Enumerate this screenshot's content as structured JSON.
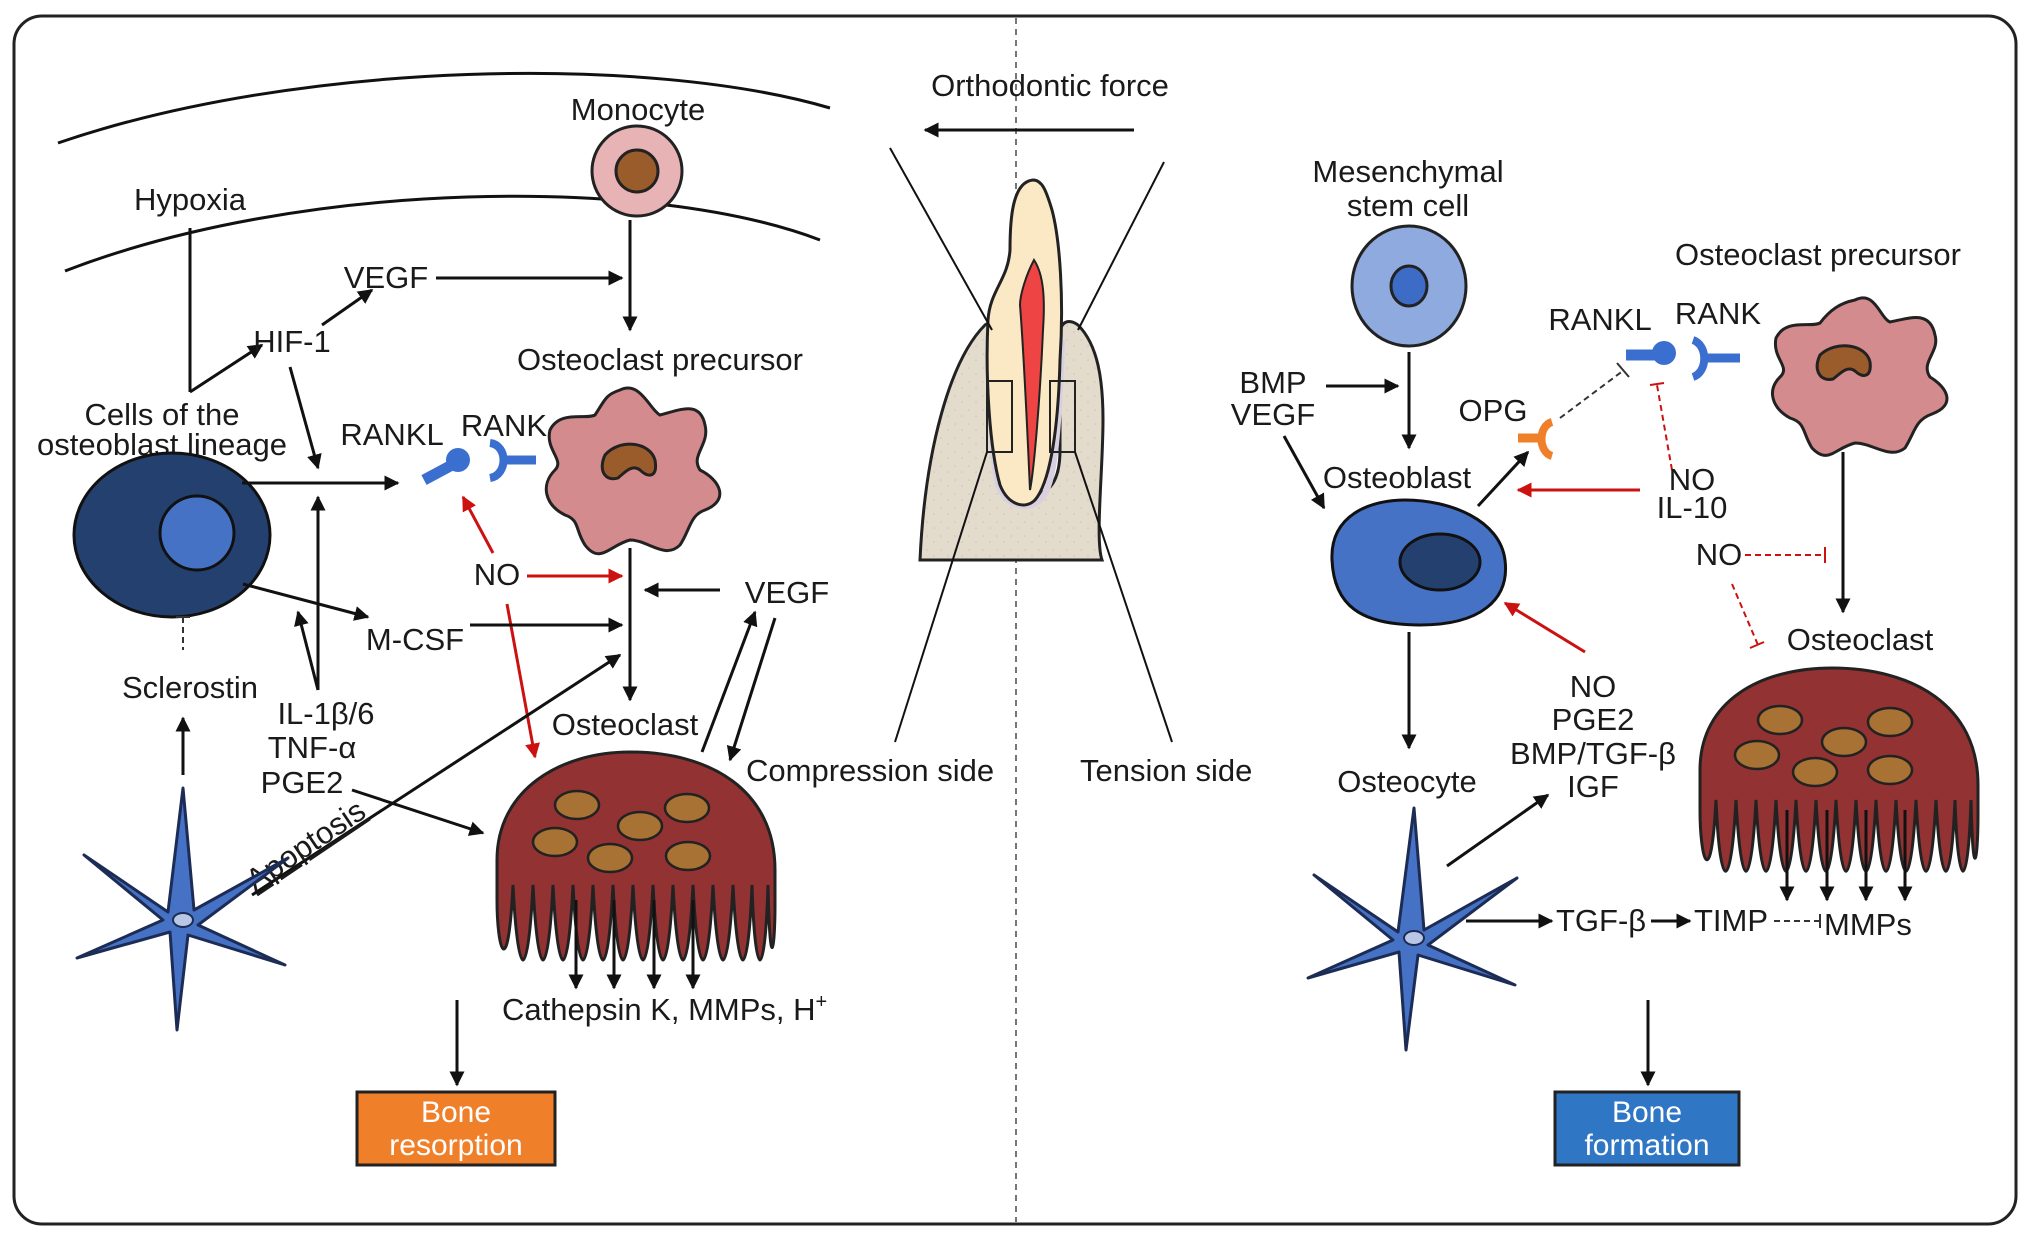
{
  "figure": {
    "top": {
      "force_label": "Orthodontic force"
    },
    "tooth": {
      "compression_label": "Compression side",
      "tension_label": "Tension side"
    },
    "compression": {
      "monocyte": "Monocyte",
      "hypoxia": "Hypoxia",
      "vegf_top": "VEGF",
      "hif1": "HIF-1",
      "osteoclast_precursor": "Osteoclast precursor",
      "osteoblast_lineage_1": "Cells of the",
      "osteoblast_lineage_2": "osteoblast lineage",
      "rankl": "RANKL",
      "rank": "RANK",
      "no": "NO",
      "vegf_mid": "VEGF",
      "mcsf": "M-CSF",
      "sclerostin": "Sclerostin",
      "il": "IL-1β/6",
      "tnf": "TNF-α",
      "pge2": "PGE2",
      "apoptosis": "Apoptosis",
      "osteoclast": "Osteoclast",
      "secretions": "Cathepsin K, MMPs, H",
      "secretions_sup": "+",
      "outcome_1": "Bone",
      "outcome_2": "resorption",
      "outcome_color": "#f07f2a"
    },
    "tension": {
      "msc_1": "Mesenchymal",
      "msc_2": "stem cell",
      "osteoclast_precursor": "Osteoclast precursor",
      "rankl": "RANKL",
      "rank": "RANK",
      "bmp": "BMP",
      "vegf": "VEGF",
      "opg": "OPG",
      "osteoblast": "Osteoblast",
      "no_1": "NO",
      "il10": "IL-10",
      "no_2": "NO",
      "osteoclast": "Osteoclast",
      "factors": [
        "NO",
        "PGE2",
        "BMP/TGF-β",
        "IGF"
      ],
      "osteocyte": "Osteocyte",
      "tgfb": "TGF-β",
      "timp": "TIMP",
      "mmps": "MMPs",
      "outcome_1": "Bone",
      "outcome_2": "formation",
      "outcome_color": "#2f76c4"
    }
  }
}
